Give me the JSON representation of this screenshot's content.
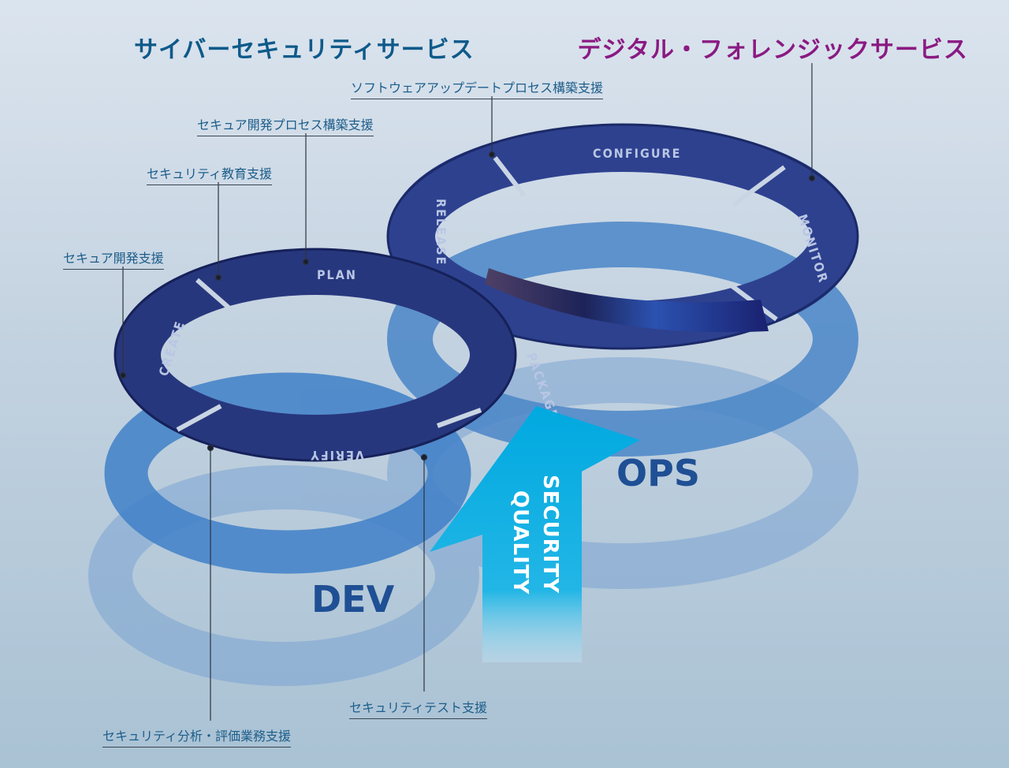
{
  "headings": {
    "cyber_security": "サイバーセキュリティサービス",
    "digital_forensic": "デジタル・フォレンジックサービス"
  },
  "callouts": {
    "software_update": "ソフトウェアアップデートプロセス構築支援",
    "secure_dev_process": "セキュア開発プロセス構築支援",
    "security_education": "セキュリティ教育支援",
    "secure_dev": "セキュア開発支援",
    "security_test": "セキュリティテスト支援",
    "security_analysis": "セキュリティ分析・評価業務支援"
  },
  "dev_loop": {
    "segments": [
      "PLAN",
      "CREATE",
      "VERIFY",
      "PACKAGE"
    ],
    "label": "DEV"
  },
  "ops_loop": {
    "segments": [
      "CONFIGURE",
      "MONITOR",
      "RELEASE"
    ],
    "label": "OPS"
  },
  "arrow": {
    "line1": "SECURITY",
    "line2": "QUALITY"
  },
  "colors": {
    "heading_cyber": "#0e5a8a",
    "heading_forensic": "#8a1a82",
    "ring_top": "#2b3f8e",
    "ring_dark": "#1c2a6e",
    "ring_lower": "#3d7dc4",
    "ring_faded": "#8fb0d8",
    "arrow": "#00a9e0"
  }
}
